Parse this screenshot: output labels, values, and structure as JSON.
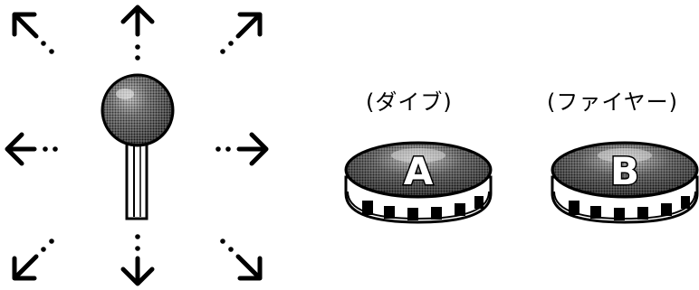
{
  "controls": {
    "joystick": {
      "directions": [
        "up-left",
        "up",
        "up-right",
        "left",
        "right",
        "down-left",
        "down",
        "down-right"
      ]
    },
    "buttons": [
      {
        "label": "(ダイブ)",
        "letter": "A"
      },
      {
        "label": "(ファイヤー)",
        "letter": "B"
      }
    ]
  },
  "colors": {
    "ink": "#000000",
    "paper": "#ffffff",
    "ball_shadow": "#222222"
  }
}
